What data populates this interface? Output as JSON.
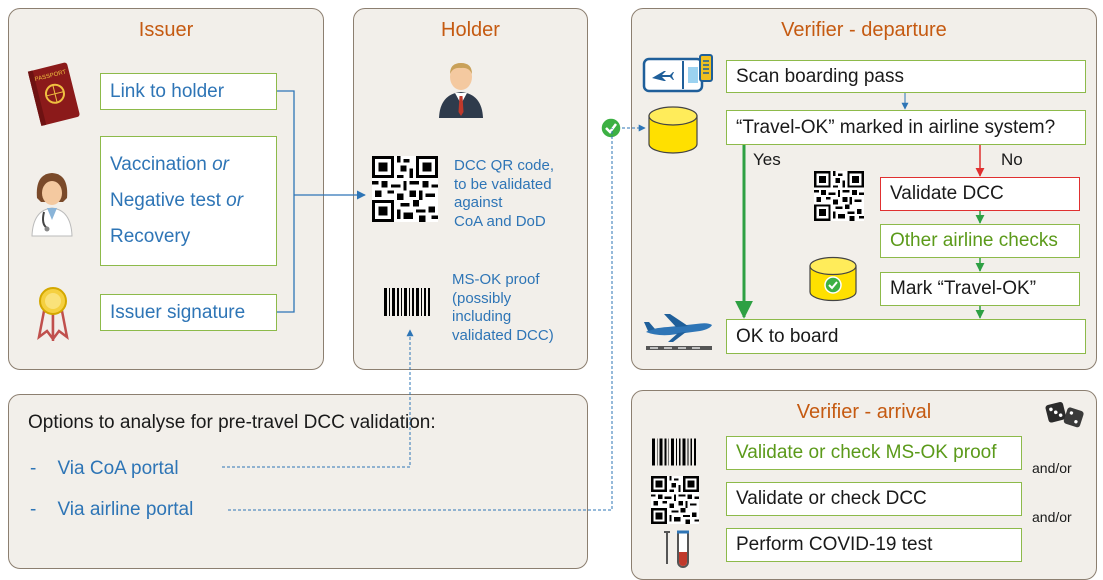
{
  "issuer": {
    "title": "Issuer",
    "link_label": "Link to holder",
    "cert_lines": [
      "Vaccination ",
      "or",
      "Negative test ",
      "or",
      "Recovery"
    ],
    "signature_label": "Issuer signature"
  },
  "holder": {
    "title": "Holder",
    "dcc_text": [
      "DCC QR code,",
      "to be validated",
      "against",
      "CoA and DoD"
    ],
    "msok_text": [
      "MS-OK proof",
      "(possibly",
      "including",
      "validated DCC)"
    ]
  },
  "departure": {
    "title": "Verifier - departure",
    "scan": "Scan boarding pass",
    "travel_ok_check": "“Travel-OK” marked in airline system?",
    "yes": "Yes",
    "no": "No",
    "validate_dcc": "Validate DCC",
    "other_checks": "Other airline checks",
    "mark_travel_ok": "Mark “Travel-OK”",
    "ok_to_board": "OK to board"
  },
  "options": {
    "heading": "Options to analyse for pre-travel DCC validation:",
    "items": [
      "Via CoA portal",
      "Via airline portal"
    ],
    "bullet": "-"
  },
  "arrival": {
    "title": "Verifier - arrival",
    "check_msok": "Validate or check MS-OK proof",
    "check_dcc": "Validate or check DCC",
    "covid_test": "Perform COVID-19 test",
    "and_or_1": "and/or",
    "and_or_2": "and/or"
  },
  "icons": [
    "passport-icon",
    "doctor-icon",
    "award-ribbon-icon",
    "businessman-icon",
    "qr-code-icon",
    "barcode-icon",
    "boarding-pass-icon",
    "database-icon",
    "green-check-icon",
    "airplane-icon",
    "dice-icon",
    "test-tube-icon"
  ],
  "colors": {
    "panel_bg": "#f2efea",
    "title_orange": "#c55a11",
    "text_blue": "#2e75b6",
    "box_green": "#8dba4a",
    "flow_green": "#2ea043",
    "alert_red": "#e03030",
    "db_yellow": "#ffd700"
  }
}
